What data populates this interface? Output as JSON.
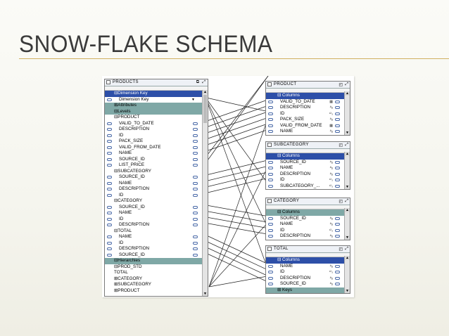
{
  "slide": {
    "title": "SNOW-FLAKE SCHEMA"
  },
  "products_window": {
    "title": "PRODUCTS",
    "rows": [
      {
        "text": "Dimension Key",
        "style": "sel",
        "icon": false,
        "toggle": "⊟"
      },
      {
        "text": "Dimension Key",
        "style": "plain",
        "icon": true,
        "filter": true
      },
      {
        "text": "Attributes",
        "style": "grp",
        "icon": false,
        "toggle": "⊞"
      },
      {
        "text": "Levels",
        "style": "grp",
        "icon": false,
        "toggle": "⊟"
      },
      {
        "text": "PRODUCT",
        "style": "plain",
        "icon": false,
        "toggle": "⊟"
      },
      {
        "text": "VALID_TO_DATE",
        "style": "plain",
        "icon": true,
        "key": true
      },
      {
        "text": "DESCRIPTION",
        "style": "plain",
        "icon": true,
        "key": true
      },
      {
        "text": "ID",
        "style": "plain",
        "icon": true,
        "key": true
      },
      {
        "text": "PACK_SIZE",
        "style": "plain",
        "icon": true,
        "key": true
      },
      {
        "text": "VALID_FROM_DATE",
        "style": "plain",
        "icon": true,
        "key": true
      },
      {
        "text": "NAME",
        "style": "plain",
        "icon": true,
        "key": true
      },
      {
        "text": "SOURCE_ID",
        "style": "plain",
        "icon": true,
        "key": true
      },
      {
        "text": "LIST_PRICE",
        "style": "plain",
        "icon": true,
        "key": true
      },
      {
        "text": "SUBCATEGORY",
        "style": "plain",
        "icon": false,
        "toggle": "⊟"
      },
      {
        "text": "SOURCE_ID",
        "style": "plain",
        "icon": true,
        "key": true
      },
      {
        "text": "NAME",
        "style": "plain",
        "icon": true,
        "key": true
      },
      {
        "text": "DESCRIPTION",
        "style": "plain",
        "icon": true,
        "key": true
      },
      {
        "text": "ID",
        "style": "plain",
        "icon": true,
        "key": true
      },
      {
        "text": "CATEGORY",
        "style": "plain",
        "icon": false,
        "toggle": "⊟"
      },
      {
        "text": "SOURCE_ID",
        "style": "plain",
        "icon": true,
        "key": true
      },
      {
        "text": "NAME",
        "style": "plain",
        "icon": true,
        "key": true
      },
      {
        "text": "ID",
        "style": "plain",
        "icon": true,
        "key": true
      },
      {
        "text": "DESCRIPTION",
        "style": "plain",
        "icon": true,
        "key": true
      },
      {
        "text": "TOTAL",
        "style": "plain",
        "icon": false,
        "toggle": "⊟"
      },
      {
        "text": "NAME",
        "style": "plain",
        "icon": true,
        "key": true
      },
      {
        "text": "ID",
        "style": "plain",
        "icon": true,
        "key": true
      },
      {
        "text": "DESCRIPTION",
        "style": "plain",
        "icon": true,
        "key": true
      },
      {
        "text": "SOURCE_ID",
        "style": "plain",
        "icon": true,
        "key": true
      },
      {
        "text": "Hierarchies",
        "style": "grp",
        "icon": false,
        "toggle": "⊟"
      },
      {
        "text": "PROD_STD",
        "style": "plain",
        "icon": false,
        "toggle": "⊟"
      },
      {
        "text": "TOTAL",
        "style": "plain",
        "icon": false,
        "toggle": ""
      },
      {
        "text": "CATEGORY",
        "style": "plain",
        "icon": false,
        "toggle": "⊞"
      },
      {
        "text": "SUBCATEGORY",
        "style": "plain",
        "icon": false,
        "toggle": "⊞"
      },
      {
        "text": "PRODUCT",
        "style": "plain",
        "icon": false,
        "toggle": "⊞"
      }
    ]
  },
  "tables": [
    {
      "id": "product",
      "title": "PRODUCT",
      "rows": [
        {
          "text": "Columns",
          "style": "sel",
          "toggle": "⊟"
        },
        {
          "text": "VALID_TO_DATE",
          "type": "▦"
        },
        {
          "text": "DESCRIPTION",
          "type": "ᴬᵦ"
        },
        {
          "text": "ID",
          "type": "¹²₃"
        },
        {
          "text": "PACK_SIZE",
          "type": "ᴬᵦ"
        },
        {
          "text": "VALID_FROM_DATE",
          "type": "▦"
        },
        {
          "text": "NAME",
          "type": "ᴬᵦ"
        }
      ]
    },
    {
      "id": "subcategory",
      "title": "SUBCATEGORY",
      "rows": [
        {
          "text": "Columns",
          "style": "sel",
          "toggle": "⊟"
        },
        {
          "text": "SOURCE_ID",
          "type": "ᴬᵦ"
        },
        {
          "text": "NAME",
          "type": "ᴬᵦ"
        },
        {
          "text": "DESCRIPTION",
          "type": "ᴬᵦ"
        },
        {
          "text": "ID",
          "type": "¹²₃"
        },
        {
          "text": "SUBCATEGORY_...",
          "type": "¹²₃"
        }
      ]
    },
    {
      "id": "category",
      "title": "CATEGORY",
      "rows": [
        {
          "text": "Columns",
          "style": "grp",
          "toggle": "⊟"
        },
        {
          "text": "SOURCE_ID",
          "type": "ᴬᵦ"
        },
        {
          "text": "NAME",
          "type": "ᴬᵦ"
        },
        {
          "text": "ID",
          "type": "¹²₃"
        },
        {
          "text": "DESCRIPTION",
          "type": "ᴬᵦ"
        }
      ]
    },
    {
      "id": "total",
      "title": "TOTAL",
      "rows": [
        {
          "text": "Columns",
          "style": "sel",
          "toggle": "⊟"
        },
        {
          "text": "NAME",
          "type": "ᴬᵦ"
        },
        {
          "text": "ID",
          "type": "¹²₃"
        },
        {
          "text": "DESCRIPTION",
          "type": "ᴬᵦ"
        },
        {
          "text": "SOURCE_ID",
          "type": "ᴬᵦ"
        },
        {
          "text": "Keys",
          "style": "grp",
          "toggle": "⊞"
        }
      ]
    }
  ],
  "colors": {
    "selected": "#2d4fa8",
    "group": "#7fa8a6",
    "accent_rule": "#d0b060"
  }
}
